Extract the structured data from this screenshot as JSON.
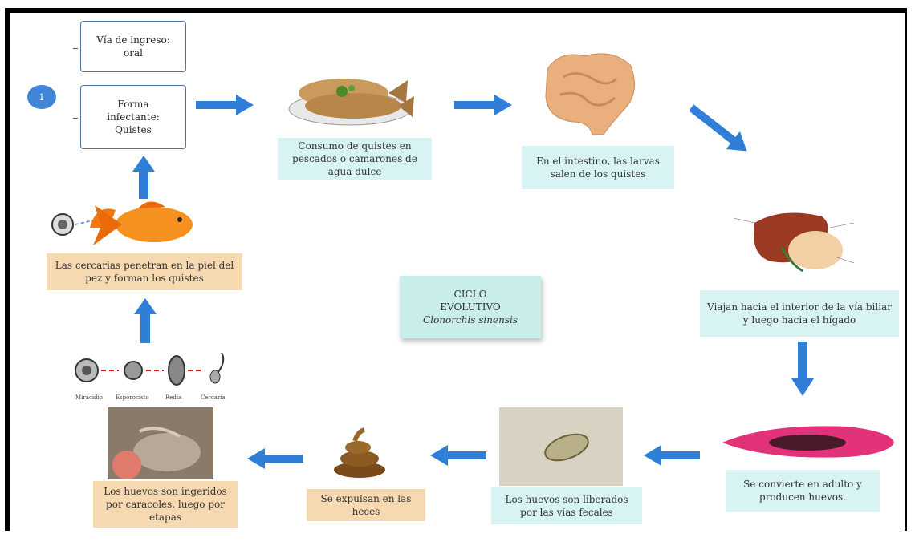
{
  "start_badge": "1",
  "entry": {
    "title": "Vía de ingreso:",
    "value": "oral"
  },
  "infective": {
    "line1": "Forma",
    "line2": "infectante:",
    "line3": "Quistes"
  },
  "steps": {
    "consumption": "Consumo de quistes en pescados o camarones de agua dulce",
    "intestine": "En el intestino, las larvas salen de los quistes",
    "bile": "Viajan hacia el interior de la vía biliar y luego hacia el hígado",
    "adult": "Se convierte en adulto y producen huevos.",
    "eggs_released": "Los huevos son liberados por las vías fecales",
    "expelled": "Se expulsan en las heces",
    "snails": "Los huevos son ingeridos por caracoles, luego por etapas",
    "cercariae": "Las cercarias penetran en la piel del pez y forman los quistes"
  },
  "center_note": {
    "line1": "CICLO",
    "line2": "EVOLUTIVO",
    "line3": "Clonorchis sinensis"
  },
  "stages": [
    "Miracidio",
    "Esporocisto",
    "Redia",
    "Cercaria"
  ],
  "colors": {
    "arrow": "#2f7fd8",
    "cyan_box": "#d8f3f3",
    "peach_box": "#f6d9b0",
    "note": "#c9eee9"
  }
}
